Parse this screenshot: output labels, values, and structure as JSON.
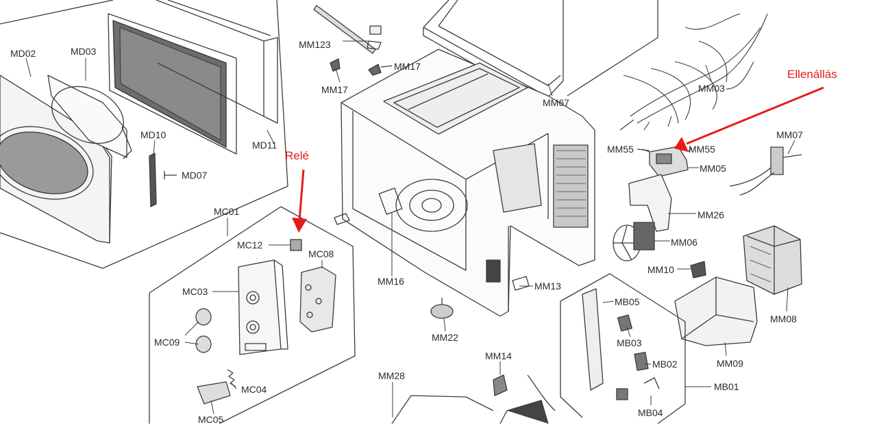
{
  "annotations": {
    "rele": "Relé",
    "ellenallas": "Ellenállás",
    "arrow_color": "#e41c1c"
  },
  "part_labels": {
    "md02": "MD02",
    "md03": "MD03",
    "md10": "MD10",
    "md07": "MD07",
    "md11": "MD11",
    "mm123": "MM123",
    "mm17a": "MM17",
    "mm17b": "MM17",
    "mm67": "MM67",
    "mm03": "MM03",
    "mm07": "MM07",
    "mm55a": "MM55",
    "mm55b": "MM55",
    "mm05": "MM05",
    "mm26": "MM26",
    "mm06": "MM06",
    "mm10": "MM10",
    "mm08": "MM08",
    "mm09": "MM09",
    "mm16": "MM16",
    "mm13": "MM13",
    "mm22": "MM22",
    "mm14": "MM14",
    "mm28": "MM28",
    "mc01": "MC01",
    "mc12": "MC12",
    "mc08": "MC08",
    "mc03": "MC03",
    "mc09": "MC09",
    "mc04": "MC04",
    "mc05": "MC05",
    "mb05": "MB05",
    "mb03": "MB03",
    "mb02": "MB02",
    "mb01": "MB01",
    "mb04": "MB04"
  },
  "colors": {
    "line": "#3a3a3a",
    "label": "#2a2a2a",
    "background": "#ffffff"
  }
}
